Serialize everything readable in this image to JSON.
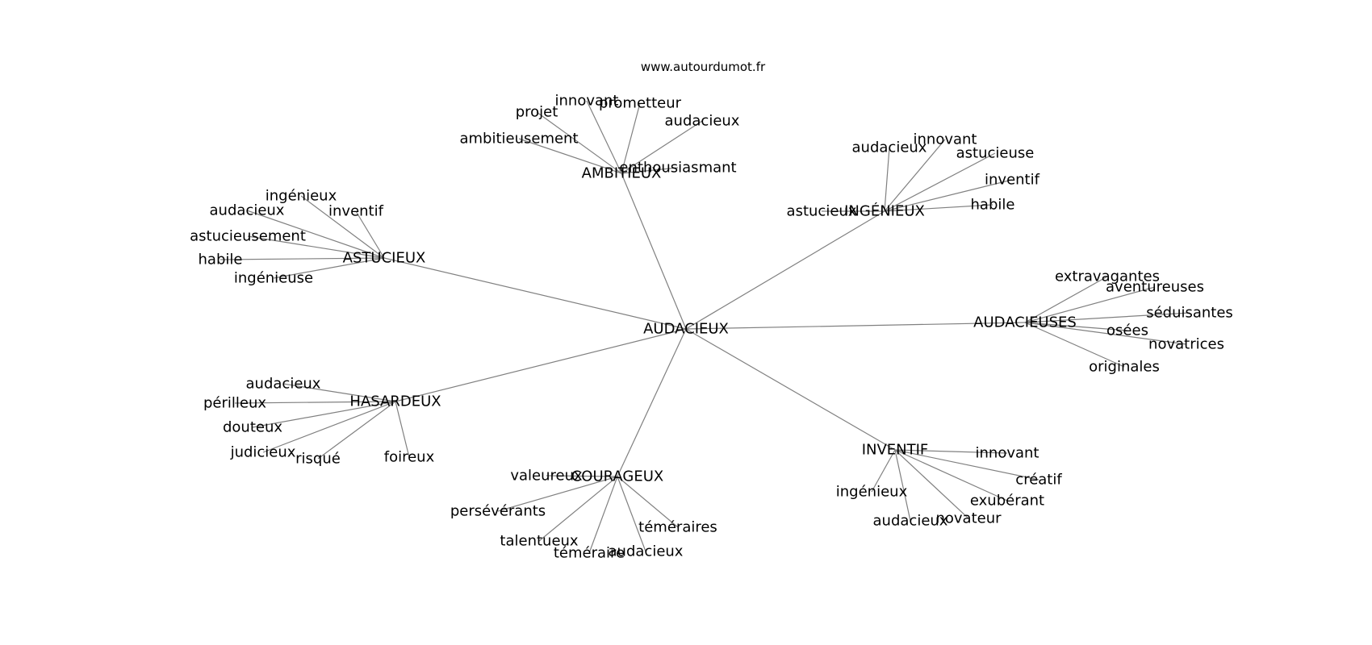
{
  "source_label": "www.autourdumot.fr",
  "colors": {
    "edge": "#808080",
    "text": "#000000",
    "background": "#ffffff"
  },
  "graph": {
    "center": "AUDACIEUX",
    "clusters": [
      {
        "hub": "AMBITIEUX",
        "leaves": [
          "innovant",
          "prometteur",
          "projet",
          "audacieux",
          "ambitieusement",
          "enthousiasmant"
        ]
      },
      {
        "hub": "INGÉNIEUX",
        "leaves": [
          "audacieux",
          "innovant",
          "astucieuse",
          "inventif",
          "habile",
          "astucieux"
        ]
      },
      {
        "hub": "ASTUCIEUX",
        "leaves": [
          "ingénieux",
          "audacieux",
          "inventif",
          "astucieusement",
          "habile",
          "ingénieuse"
        ]
      },
      {
        "hub": "AUDACIEUSES",
        "leaves": [
          "extravagantes",
          "aventureuses",
          "séduisantes",
          "osées",
          "novatrices",
          "originales"
        ]
      },
      {
        "hub": "HASARDEUX",
        "leaves": [
          "audacieux",
          "périlleux",
          "douteux",
          "judicieux",
          "risqué",
          "foireux"
        ]
      },
      {
        "hub": "INVENTIF",
        "leaves": [
          "innovant",
          "créatif",
          "ingénieux",
          "exubérant",
          "audacieux",
          "novateur"
        ]
      },
      {
        "hub": "COURAGEUX",
        "leaves": [
          "valeureux",
          "persévérants",
          "téméraires",
          "talentueux",
          "téméraire",
          "audacieux"
        ]
      }
    ]
  }
}
